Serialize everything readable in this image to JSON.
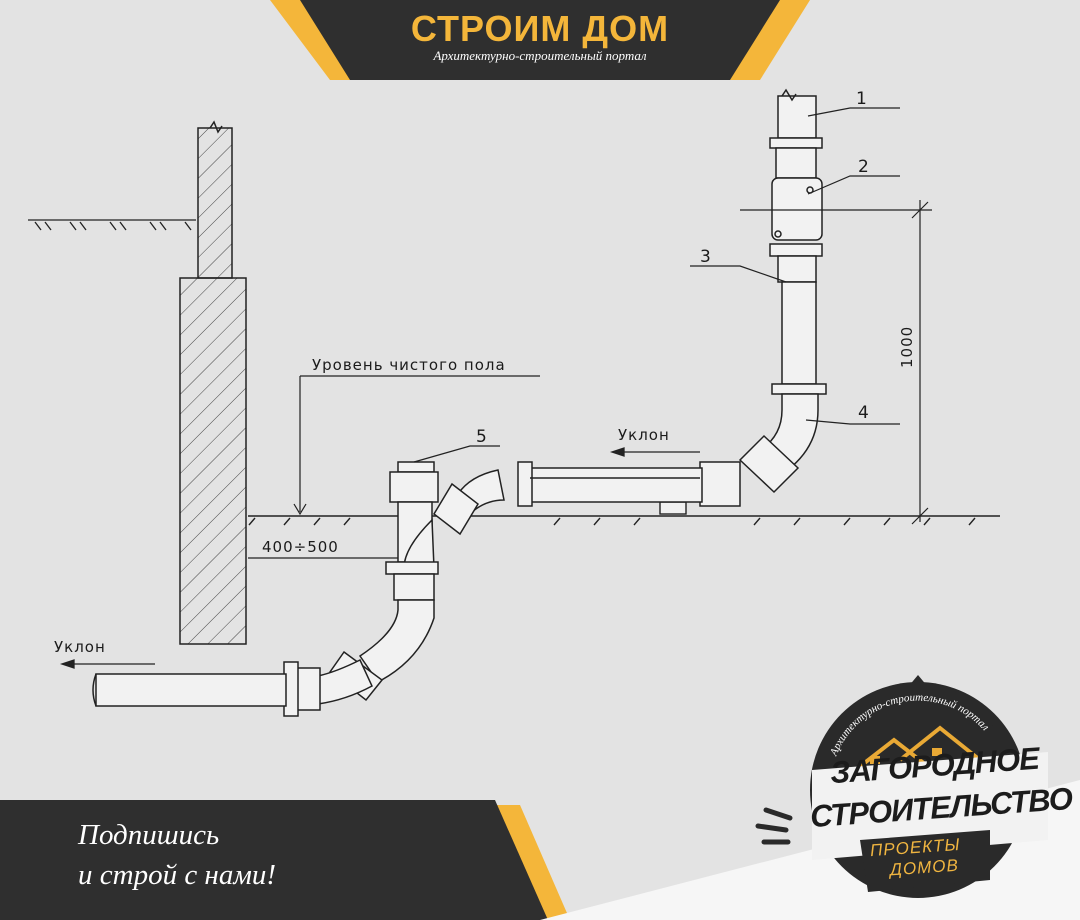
{
  "header": {
    "title": "СТРОИМ ДОМ",
    "subtitle": "Архитектурно-строительный портал"
  },
  "drawing": {
    "floor_level_label": "Уровень чистого пола",
    "slope_label_upper": "Уклон",
    "slope_label_lower": "Уклон",
    "distance_label": "400÷500",
    "height_label": "1000",
    "callouts": [
      "1",
      "2",
      "3",
      "4",
      "5"
    ]
  },
  "footer": {
    "line1": "Подпишись",
    "line2": "и строй с нами!"
  },
  "badge": {
    "arc_text": "Архитектурно-строительный портал",
    "line1": "ЗАГОРОДНОЕ",
    "line2": "СТРОИТЕЛЬСТВО",
    "line3": "ПРОЕКТЫ",
    "line4": "ДОМОВ"
  },
  "colors": {
    "background": "#e3e3e3",
    "banner": "#2f2f2f",
    "accent": "#f4b63a",
    "ink": "#1b1b1b"
  }
}
